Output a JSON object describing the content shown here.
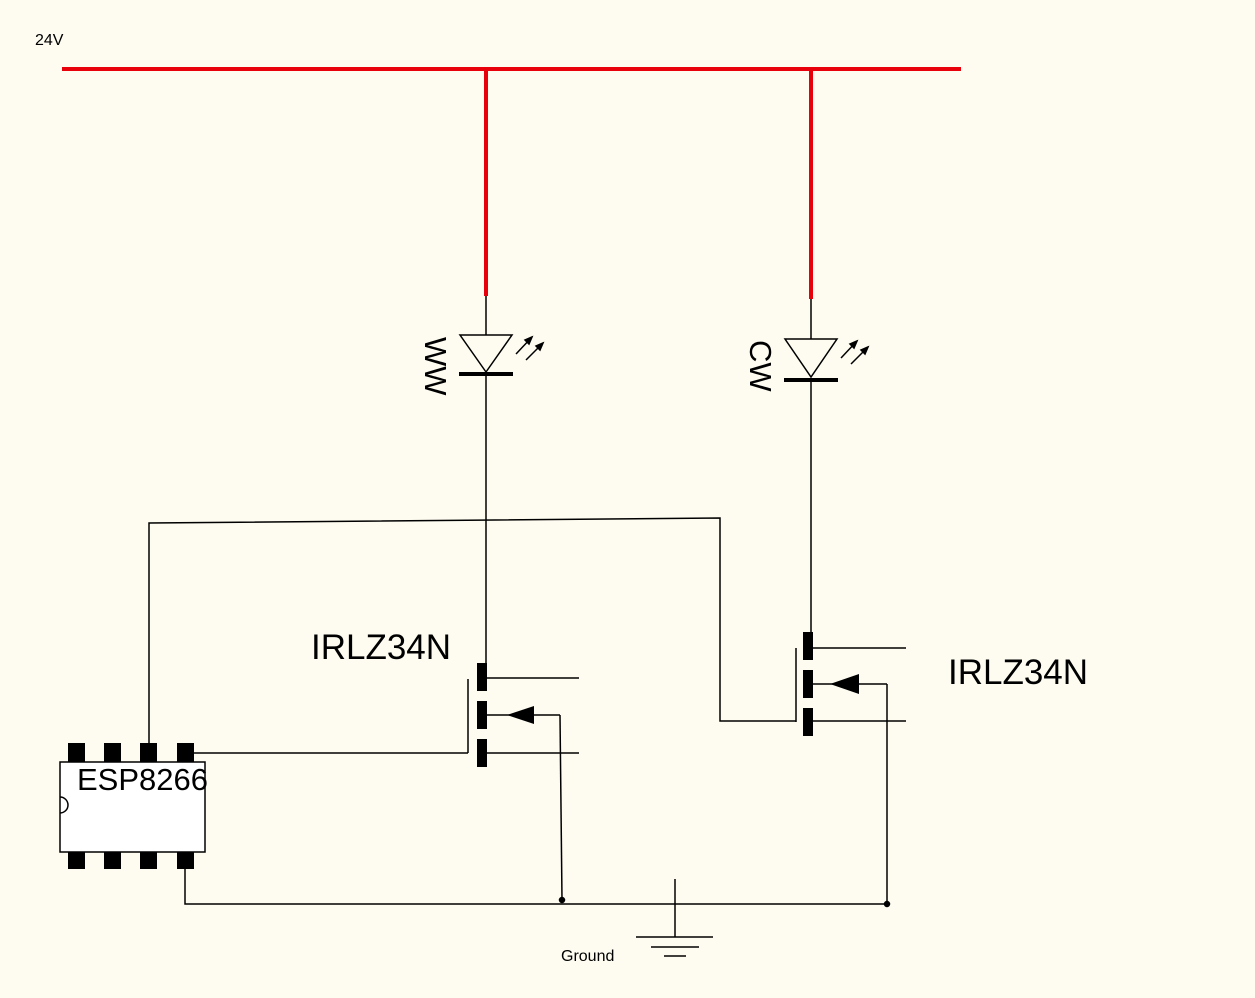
{
  "labels": {
    "supply": "24V",
    "led_ww": "WW",
    "led_cw": "CW",
    "mosfet_left": "IRLZ34N",
    "mosfet_right": "IRLZ34N",
    "mcu": "ESP8266",
    "ground": "Ground"
  },
  "colors": {
    "background": "#fefcf0",
    "power_rail": "#e8000b",
    "wire": "#000000",
    "chip_body": "#ffffff"
  }
}
